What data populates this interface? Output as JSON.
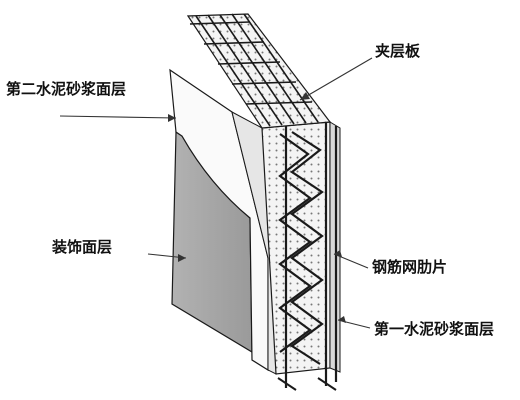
{
  "labels": {
    "second_mortar_layer": "第二水泥砂浆面层",
    "decorative_layer": "装饰面层",
    "sandwich_panel": "夹层板",
    "rebar_mesh_rib": "钢筋网肋片",
    "first_mortar_layer": "第一水泥砂浆面层"
  },
  "colors": {
    "decorative_fill": "#a6a6a6",
    "panel_fill": "#f2f2f2",
    "outline": "#1a1a1a",
    "leader": "#333333"
  }
}
